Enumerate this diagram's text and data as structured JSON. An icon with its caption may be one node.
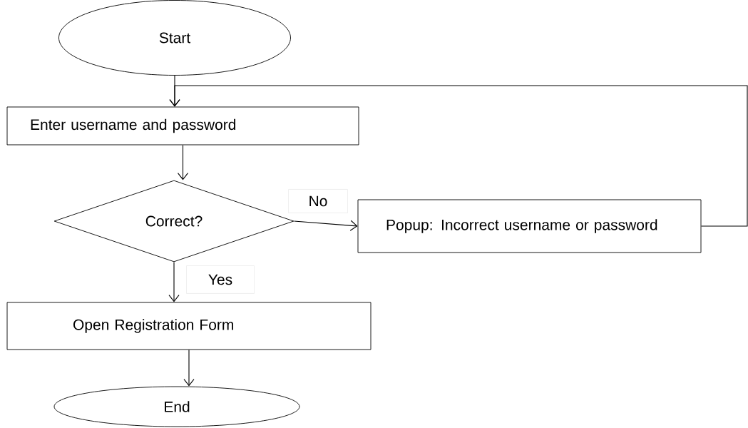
{
  "diagram": {
    "nodes": [
      {
        "text": [
          "Start"
        ]
      },
      {
        "text": [
          "Enter username and password"
        ]
      },
      {
        "text": [
          "Correct?"
        ]
      },
      {
        "text": [
          "Popup: Incorrect username or password"
        ]
      },
      {
        "text": [
          "Open Registration Form"
        ]
      },
      {
        "text": [
          "End"
        ]
      }
    ],
    "edges": [
      {
        "from": 0,
        "to": 1,
        "arrow": "to"
      },
      {
        "from": 1,
        "to": 2,
        "arrow": "to"
      },
      {
        "from": 2,
        "to": 3,
        "arrow": "to",
        "label": "No"
      },
      {
        "from": 2,
        "to": 4,
        "arrow": "to",
        "label": "Yes"
      },
      {
        "from": 4,
        "to": 5,
        "arrow": "to"
      },
      {
        "from": 3,
        "to": 1,
        "arrow": "to"
      }
    ]
  }
}
